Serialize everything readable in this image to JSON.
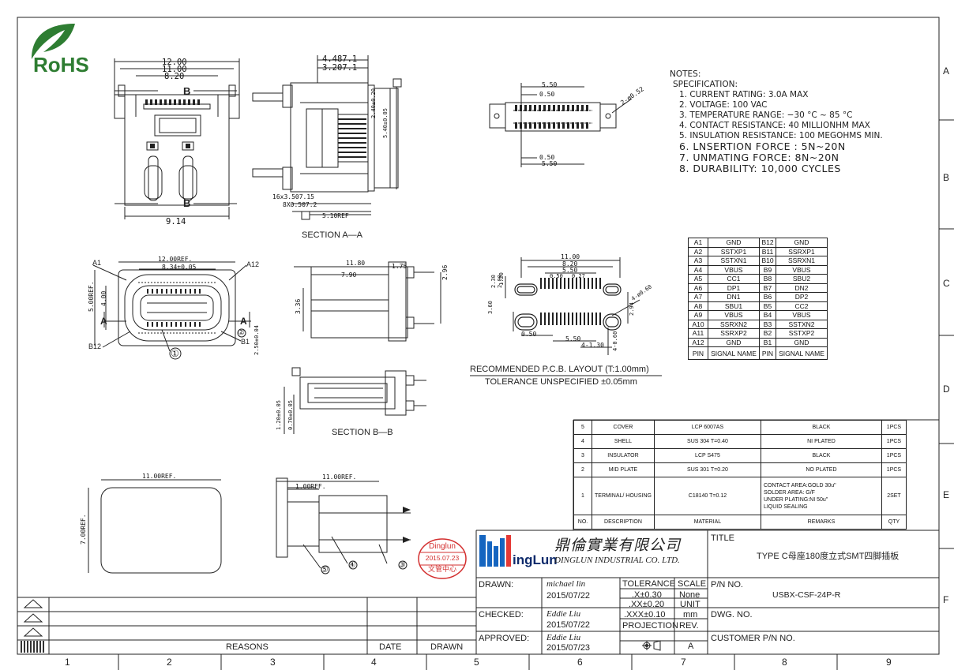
{
  "logo": {
    "text": "RoHS",
    "color": "#2e7d32"
  },
  "section_labels": {
    "aa": "SECTION A—A",
    "bb": "SECTION B—B"
  },
  "dims": {
    "top1": "12.00",
    "top2": "11.00",
    "top3": "8.20",
    "top_bottom": "9.14",
    "side1": "4.487.1",
    "side2": "3.207.1",
    "side_v1": "2.40±0.20",
    "side_v2": "5.40±0.05",
    "side_pitch1": "16x3.507.15",
    "side_pitch2": "8X0.507.2",
    "side_ref": "5.10REF",
    "front_ref": "12.00REF.",
    "front_b": "8.34±0.05",
    "front_v1": "5.00REF.",
    "front_v2": "4.00",
    "front_v3": "2.50±0.04",
    "prof_w": "11.80",
    "prof_a": "7.90",
    "prof_b": "1.75",
    "prof_h1": "2.96",
    "prof_h2": "3.36",
    "fp_top": "5.50",
    "fp_top2": "0.50",
    "fp_bot": "0.50",
    "fp_bot2": "5.50",
    "fp_hole": "2-ø0.52",
    "pcb1": "11.00",
    "pcb2": "8.20",
    "pcb3": "5.50",
    "pcb4": "0.50",
    "pcb5": "0.27",
    "pcb_l1": "2.30",
    "pcb_l2": "1.20",
    "pcb_l3": "3.60",
    "pcb_l4": "2.00",
    "pcb_b1": "0.50",
    "pcb_b2": "5.50",
    "pcb_b3": "4-1.30",
    "pcb_b4": "4-0.60",
    "pcb_r1": "2.94",
    "pcb_r2": "4-ø0.60",
    "bb_v1": "1.20±0.05",
    "bb_v2": "0.70±0.05",
    "bot_ref": "11.00REF.",
    "bot_v": "7.00REF.",
    "bot2_ref1": "11.00REF.",
    "bot2_ref2": "1.00REF."
  },
  "front_labels": {
    "a1": "A1",
    "a12": "A12",
    "b12": "B12",
    "b1": "B1",
    "a": "A",
    "b": "B"
  },
  "balloons": [
    "①",
    "②",
    "③",
    "④",
    "⑤"
  ],
  "notes": {
    "title": "NOTES:",
    "spec": "SPECIFICATION:",
    "items": [
      "1. CURRENT RATING: 3.0A MAX",
      "2. VOLTAGE: 100 VAC",
      "3. TEMPERATURE RANGE: −30 °C ~ 85 °C",
      "4. CONTACT RESISTANCE: 40 MILLIONHM MAX",
      "5. INSULATION RESISTANCE: 100 MEGOHMS MIN.",
      "6. LNSERTION FORCE : 5N~20N",
      "7. UNMATING FORCE: 8N~20N",
      "8. DURABILITY:  10,000 CYCLES"
    ]
  },
  "pcb_caption": {
    "line1": "RECOMMENDED  P.C.B. LAYOUT (T:1.00mm)",
    "line2": "TOLERANCE UNSPECIFIED ±0.05mm"
  },
  "pin_table": {
    "rows": [
      [
        "A1",
        "GND",
        "B12",
        "GND"
      ],
      [
        "A2",
        "SSTXP1",
        "B11",
        "SSRXP1"
      ],
      [
        "A3",
        "SSTXN1",
        "B10",
        "SSRXN1"
      ],
      [
        "A4",
        "VBUS",
        "B9",
        "VBUS"
      ],
      [
        "A5",
        "CC1",
        "B8",
        "SBU2"
      ],
      [
        "A6",
        "DP1",
        "B7",
        "DN2"
      ],
      [
        "A7",
        "DN1",
        "B6",
        "DP2"
      ],
      [
        "A8",
        "SBU1",
        "B5",
        "CC2"
      ],
      [
        "A9",
        "VBUS",
        "B4",
        "VBUS"
      ],
      [
        "A10",
        "SSRXN2",
        "B3",
        "SSTXN2"
      ],
      [
        "A11",
        "SSRXP2",
        "B2",
        "SSTXP2"
      ],
      [
        "A12",
        "GND",
        "B1",
        "GND"
      ]
    ],
    "header": [
      "PIN",
      "SIGNAL NAME",
      "PIN",
      "SIGNAL NAME"
    ]
  },
  "bom": {
    "rows": [
      [
        "5",
        "COVER",
        "LCP 6007AS",
        "BLACK",
        "1PCS"
      ],
      [
        "4",
        "SHELL",
        "SUS 304 T=0.40",
        "NI PLATED",
        "1PCS"
      ],
      [
        "3",
        "INSULATOR",
        "LCP S475",
        "BLACK",
        "1PCS"
      ],
      [
        "2",
        "MID PLATE",
        "SUS 301 T=0.20",
        "NO  PLATED",
        "1PCS"
      ]
    ],
    "row1": {
      "no": "1",
      "desc": "TERMINAL/ HOUSING",
      "material": "C18140 T=0.12",
      "remarks": [
        "CONTACT AREA:GOLD 30u\"",
        "SOLDER AREA: G/F",
        "UNDER PLATING:NI 50u\"",
        "LIQUID SEALING"
      ],
      "qty": "2SET"
    },
    "header": [
      "NO.",
      "DESCRIPTION",
      "MATERIAL",
      "REMARKS",
      "QTY"
    ]
  },
  "stamp": {
    "line1": "Dinglun",
    "line2": "2015.07.23",
    "line3": "文管中心",
    "color": "#d32f2f"
  },
  "company": {
    "logo_text": "ingLun",
    "name_cn": "鼎倫實業有限公司",
    "name_en": "DINGLUN INDUSTRIAL CO. LTD.",
    "logo_color": "#1565c0",
    "logo_accent": "#e53935"
  },
  "title_block": {
    "title_label": "TITLE",
    "title_value": "TYPE C母座180度立式SMT四脚插板",
    "drawn_label": "DRAWN:",
    "drawn_name": "michael lin",
    "drawn_date": "2015/07/22",
    "checked_label": "CHECKED:",
    "checked_name": "Eddie Liu",
    "checked_date": "2015/07/22",
    "approved_label": "APPROVED:",
    "approved_name": "Eddie Liu",
    "approved_date": "2015/07/23",
    "tolerance": "TOLERANCE",
    "tol1": ".X±0.30",
    "tol2": ".XX±0.20",
    "tol3": ".XXX±0.10",
    "scale_label": "SCALE",
    "scale_value": "None",
    "unit_label": "UNIT",
    "unit_value": "mm",
    "projection": "PROJECTION",
    "rev_label": "REV.",
    "rev_value": "A",
    "pn_label": "P/N NO.",
    "pn_value": "USBX-CSF-24P-R",
    "dwg_label": "DWG. NO.",
    "customer_label": "CUSTOMER P/N NO."
  },
  "revision": {
    "reasons": "REASONS",
    "date": "DATE",
    "drawn": "DRAWN"
  },
  "zones": {
    "cols": [
      "1",
      "2",
      "3",
      "4",
      "5",
      "6",
      "7",
      "8",
      "9"
    ],
    "rows": [
      "A",
      "B",
      "C",
      "D",
      "E",
      "F"
    ]
  }
}
